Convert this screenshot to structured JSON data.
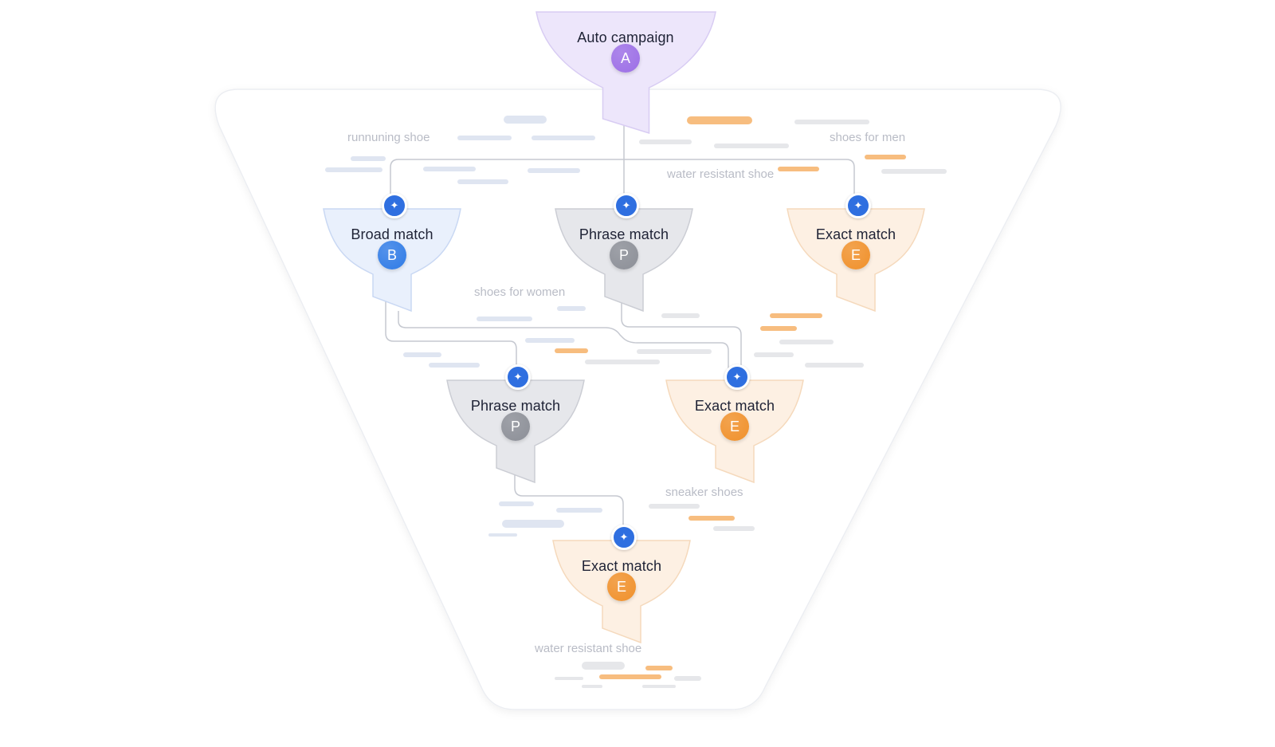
{
  "nodes": [
    {
      "id": "auto",
      "title": "Auto campaign",
      "badge": "A",
      "kind": "auto",
      "spark": false
    },
    {
      "id": "broad",
      "title": "Broad match",
      "badge": "B",
      "kind": "broad",
      "spark": true
    },
    {
      "id": "phrase1",
      "title": "Phrase match",
      "badge": "P",
      "kind": "phrase",
      "spark": true
    },
    {
      "id": "exact1",
      "title": "Exact match",
      "badge": "E",
      "kind": "exact",
      "spark": true
    },
    {
      "id": "phrase2",
      "title": "Phrase match",
      "badge": "P",
      "kind": "phrase",
      "spark": true
    },
    {
      "id": "exact2",
      "title": "Exact match",
      "badge": "E",
      "kind": "exact",
      "spark": true
    },
    {
      "id": "exact3",
      "title": "Exact match",
      "badge": "E",
      "kind": "exact",
      "spark": true
    }
  ],
  "keywords": [
    "runnuning shoe",
    "shoes for men",
    "water resistant shoe",
    "shoes for women",
    "sneaker shoes",
    "water resistant shoe"
  ],
  "icons": {
    "spark": "sparkle-icon"
  },
  "colors": {
    "auto_fill": "#ede6fb",
    "auto_stroke": "#d8ccf3",
    "auto_badge": "#9c6ee6",
    "broad_fill": "#e9f0fc",
    "broad_stroke": "#c9d8f3",
    "broad_badge": "#2f7be6",
    "phrase_fill": "#e6e7eb",
    "phrase_stroke": "#cbcdd4",
    "phrase_badge": "#8c8f97",
    "exact_fill": "#fdf0e3",
    "exact_stroke": "#f5d9bc",
    "exact_badge": "#f0902a",
    "spark_badge": "#2f6fe0",
    "connector": "#c5c8d0",
    "bar_blue": "#dfe5f1",
    "bar_gray": "#e6e7ea",
    "bar_orange": "#f6b269"
  }
}
